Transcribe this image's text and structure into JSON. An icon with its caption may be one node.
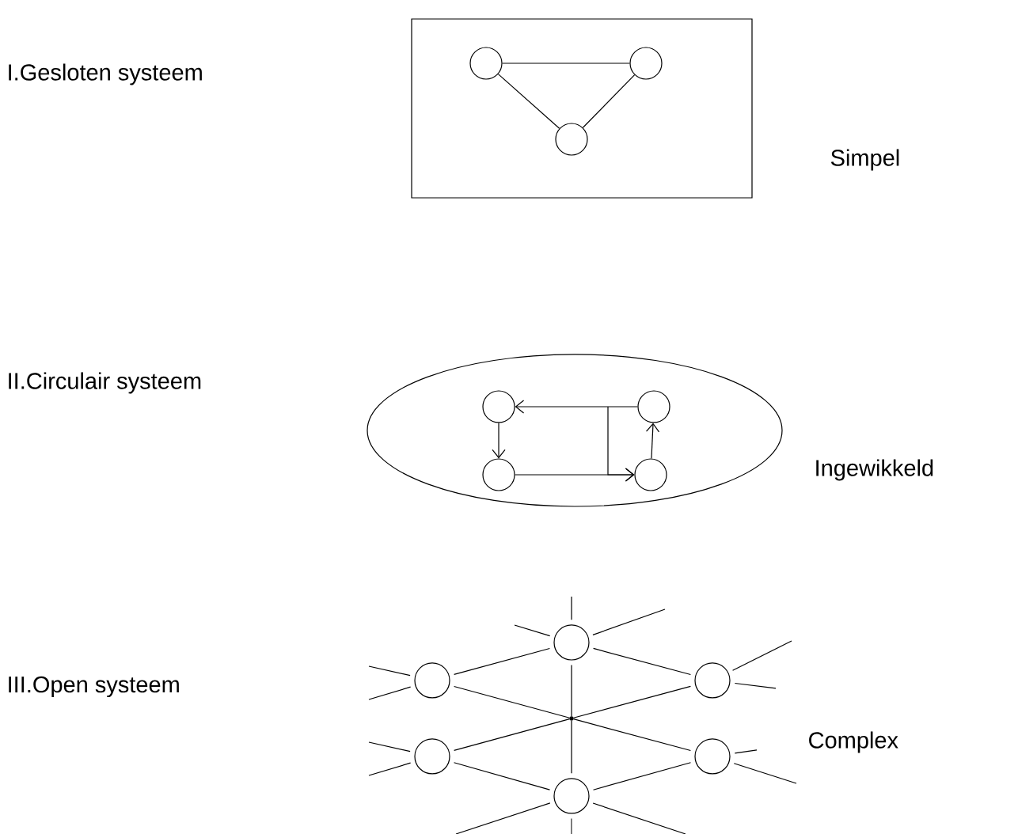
{
  "diagram": {
    "nodes": [
      {
        "text": [],
        "shape": "box"
      },
      {
        "text": [],
        "shape": "circle",
        "in": 0
      },
      {
        "text": [],
        "shape": "circle",
        "in": 0
      },
      {
        "text": [],
        "shape": "circle",
        "in": 0
      },
      {
        "text": [],
        "shape": "ellipse"
      },
      {
        "text": [],
        "shape": "circle",
        "in": 4
      },
      {
        "text": [],
        "shape": "circle",
        "in": 4
      },
      {
        "text": [],
        "shape": "circle",
        "in": 4
      },
      {
        "text": [],
        "shape": "circle",
        "in": 4
      },
      {
        "text": [],
        "shape": "circle"
      },
      {
        "text": [],
        "shape": "circle"
      },
      {
        "text": [],
        "shape": "circle"
      },
      {
        "text": [],
        "shape": "circle"
      },
      {
        "text": [],
        "shape": "circle"
      },
      {
        "text": [],
        "shape": "circle"
      },
      {
        "text": [],
        "shape": "dot"
      }
    ],
    "edges": [
      {
        "from": 1,
        "to": 2,
        "arrow": "none"
      },
      {
        "from": 1,
        "to": 3,
        "arrow": "none"
      },
      {
        "from": 2,
        "to": 3,
        "arrow": "none"
      },
      {
        "from": 6,
        "to": 5,
        "arrow": "to"
      },
      {
        "from": 5,
        "to": 7,
        "arrow": "to"
      },
      {
        "from": 7,
        "to": 8,
        "arrow": "to"
      },
      {
        "from": 8,
        "to": 6,
        "arrow": "to"
      },
      {
        "from": null,
        "to": 8,
        "arrow": "to"
      },
      {
        "from": 10,
        "to": 9,
        "arrow": "none"
      },
      {
        "from": 9,
        "to": 11,
        "arrow": "none"
      },
      {
        "from": 10,
        "to": 15,
        "arrow": "none"
      },
      {
        "from": 15,
        "to": 13,
        "arrow": "none"
      },
      {
        "from": 11,
        "to": 15,
        "arrow": "none"
      },
      {
        "from": 15,
        "to": 12,
        "arrow": "none"
      },
      {
        "from": 9,
        "to": 15,
        "arrow": "none"
      },
      {
        "from": 15,
        "to": 14,
        "arrow": "none"
      },
      {
        "from": 12,
        "to": 14,
        "arrow": "none"
      },
      {
        "from": 14,
        "to": 13,
        "arrow": "none"
      },
      {
        "from": 9,
        "to": null,
        "arrow": "none"
      },
      {
        "from": 9,
        "to": null,
        "arrow": "none"
      },
      {
        "from": 9,
        "to": null,
        "arrow": "none"
      },
      {
        "from": 10,
        "to": null,
        "arrow": "none"
      },
      {
        "from": 10,
        "to": null,
        "arrow": "none"
      },
      {
        "from": 11,
        "to": null,
        "arrow": "none"
      },
      {
        "from": 11,
        "to": null,
        "arrow": "none"
      },
      {
        "from": 12,
        "to": null,
        "arrow": "none"
      },
      {
        "from": 12,
        "to": null,
        "arrow": "none"
      },
      {
        "from": 13,
        "to": null,
        "arrow": "none"
      },
      {
        "from": 13,
        "to": null,
        "arrow": "none"
      },
      {
        "from": 14,
        "to": null,
        "arrow": "none"
      },
      {
        "from": 14,
        "to": null,
        "arrow": "none"
      },
      {
        "from": 14,
        "to": null,
        "arrow": "none"
      }
    ],
    "labels": [
      "I.Gesloten systeem",
      "Simpel",
      "II.Circulair systeem",
      "Ingewikkeld",
      "III.Open systeem",
      "Complex"
    ]
  }
}
